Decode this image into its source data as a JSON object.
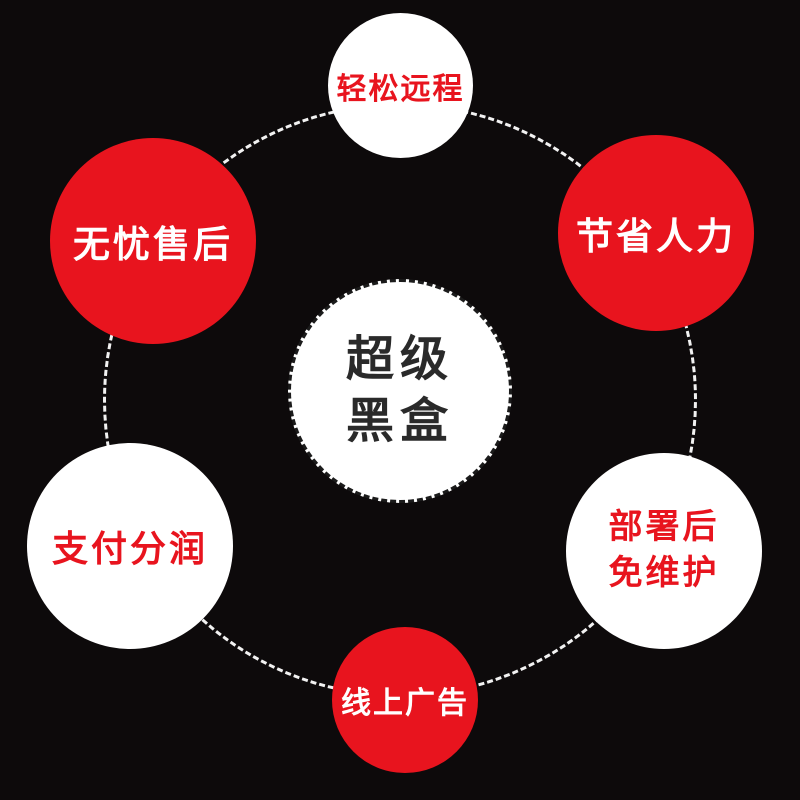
{
  "colors": {
    "background": "#0d0a0b",
    "red": "#e8141e",
    "white": "#ffffff",
    "center_text": "#2a2a2a"
  },
  "center": {
    "line1": "超级",
    "line2": "黑盒"
  },
  "nodes": {
    "top": {
      "label": "轻松远程",
      "circle": "white",
      "text": "red"
    },
    "upper_left": {
      "label": "无忧售后",
      "circle": "red",
      "text": "white"
    },
    "upper_right": {
      "label": "节省人力",
      "circle": "red",
      "text": "white"
    },
    "lower_left": {
      "label": "支付分润",
      "circle": "white",
      "text": "red"
    },
    "lower_right": {
      "line1": "部署后",
      "line2": "免维护",
      "circle": "white",
      "text": "red"
    },
    "bottom": {
      "label": "线上广告",
      "circle": "red",
      "text": "white"
    }
  }
}
